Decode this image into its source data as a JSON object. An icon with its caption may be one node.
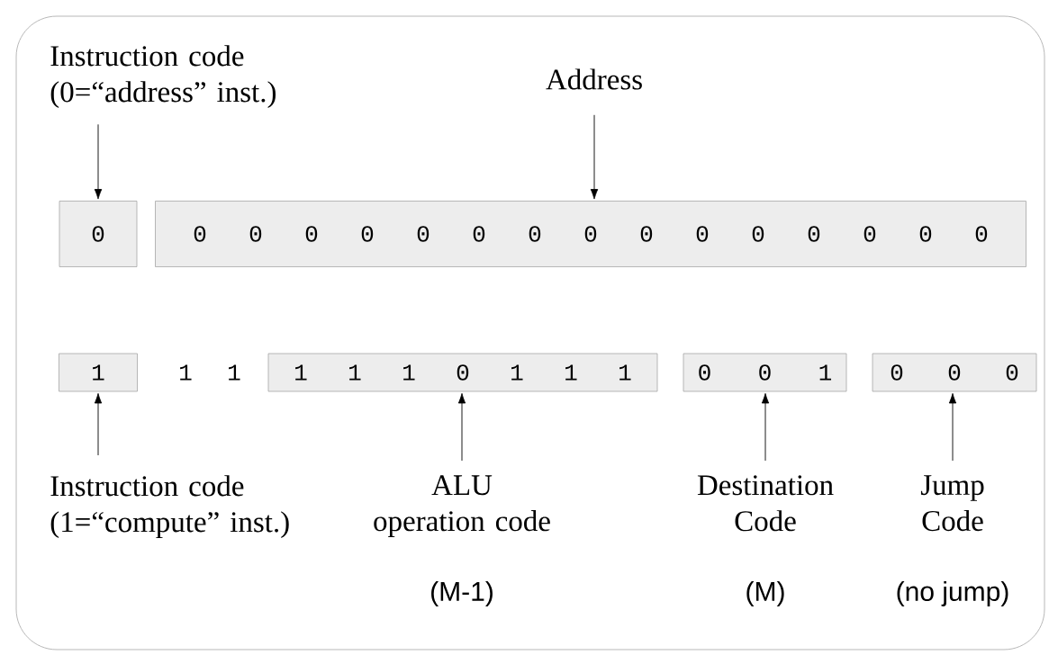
{
  "diagram": {
    "nodes": [
      {
        "text": [
          "Instruction code (0=“address” inst.)"
        ]
      },
      {
        "text": [
          "Address"
        ]
      },
      {
        "text": [
          "0"
        ]
      },
      {
        "text": [
          "0 0 0 0 0 0 0 0 0 0 0 0 0 0 0"
        ]
      },
      {
        "text": [
          "1"
        ]
      },
      {
        "text": [
          "1 1 1 0 1 1 1"
        ]
      },
      {
        "text": [
          "0 0 1"
        ]
      },
      {
        "text": [
          "0 0 0"
        ]
      },
      {
        "text": [
          "Instruction code (1=“compute” inst.)"
        ]
      },
      {
        "text": [
          "ALU operation code"
        ],
        "beside": [
          "(M-1)"
        ]
      },
      {
        "text": [
          "Destination Code"
        ],
        "beside": [
          "(M)"
        ]
      },
      {
        "text": [
          "Jump Code"
        ],
        "beside": [
          "(no jump)"
        ]
      }
    ],
    "edges": [
      {
        "from": 0,
        "to": 2,
        "arrow": "to"
      },
      {
        "from": 1,
        "to": 3,
        "arrow": "to"
      },
      {
        "from": 8,
        "to": 4,
        "arrow": "to"
      },
      {
        "from": 9,
        "to": 5,
        "arrow": "to"
      },
      {
        "from": 10,
        "to": 6,
        "arrow": "to"
      },
      {
        "from": 11,
        "to": 7,
        "arrow": "to"
      }
    ],
    "labels": [
      "1 1"
    ]
  }
}
